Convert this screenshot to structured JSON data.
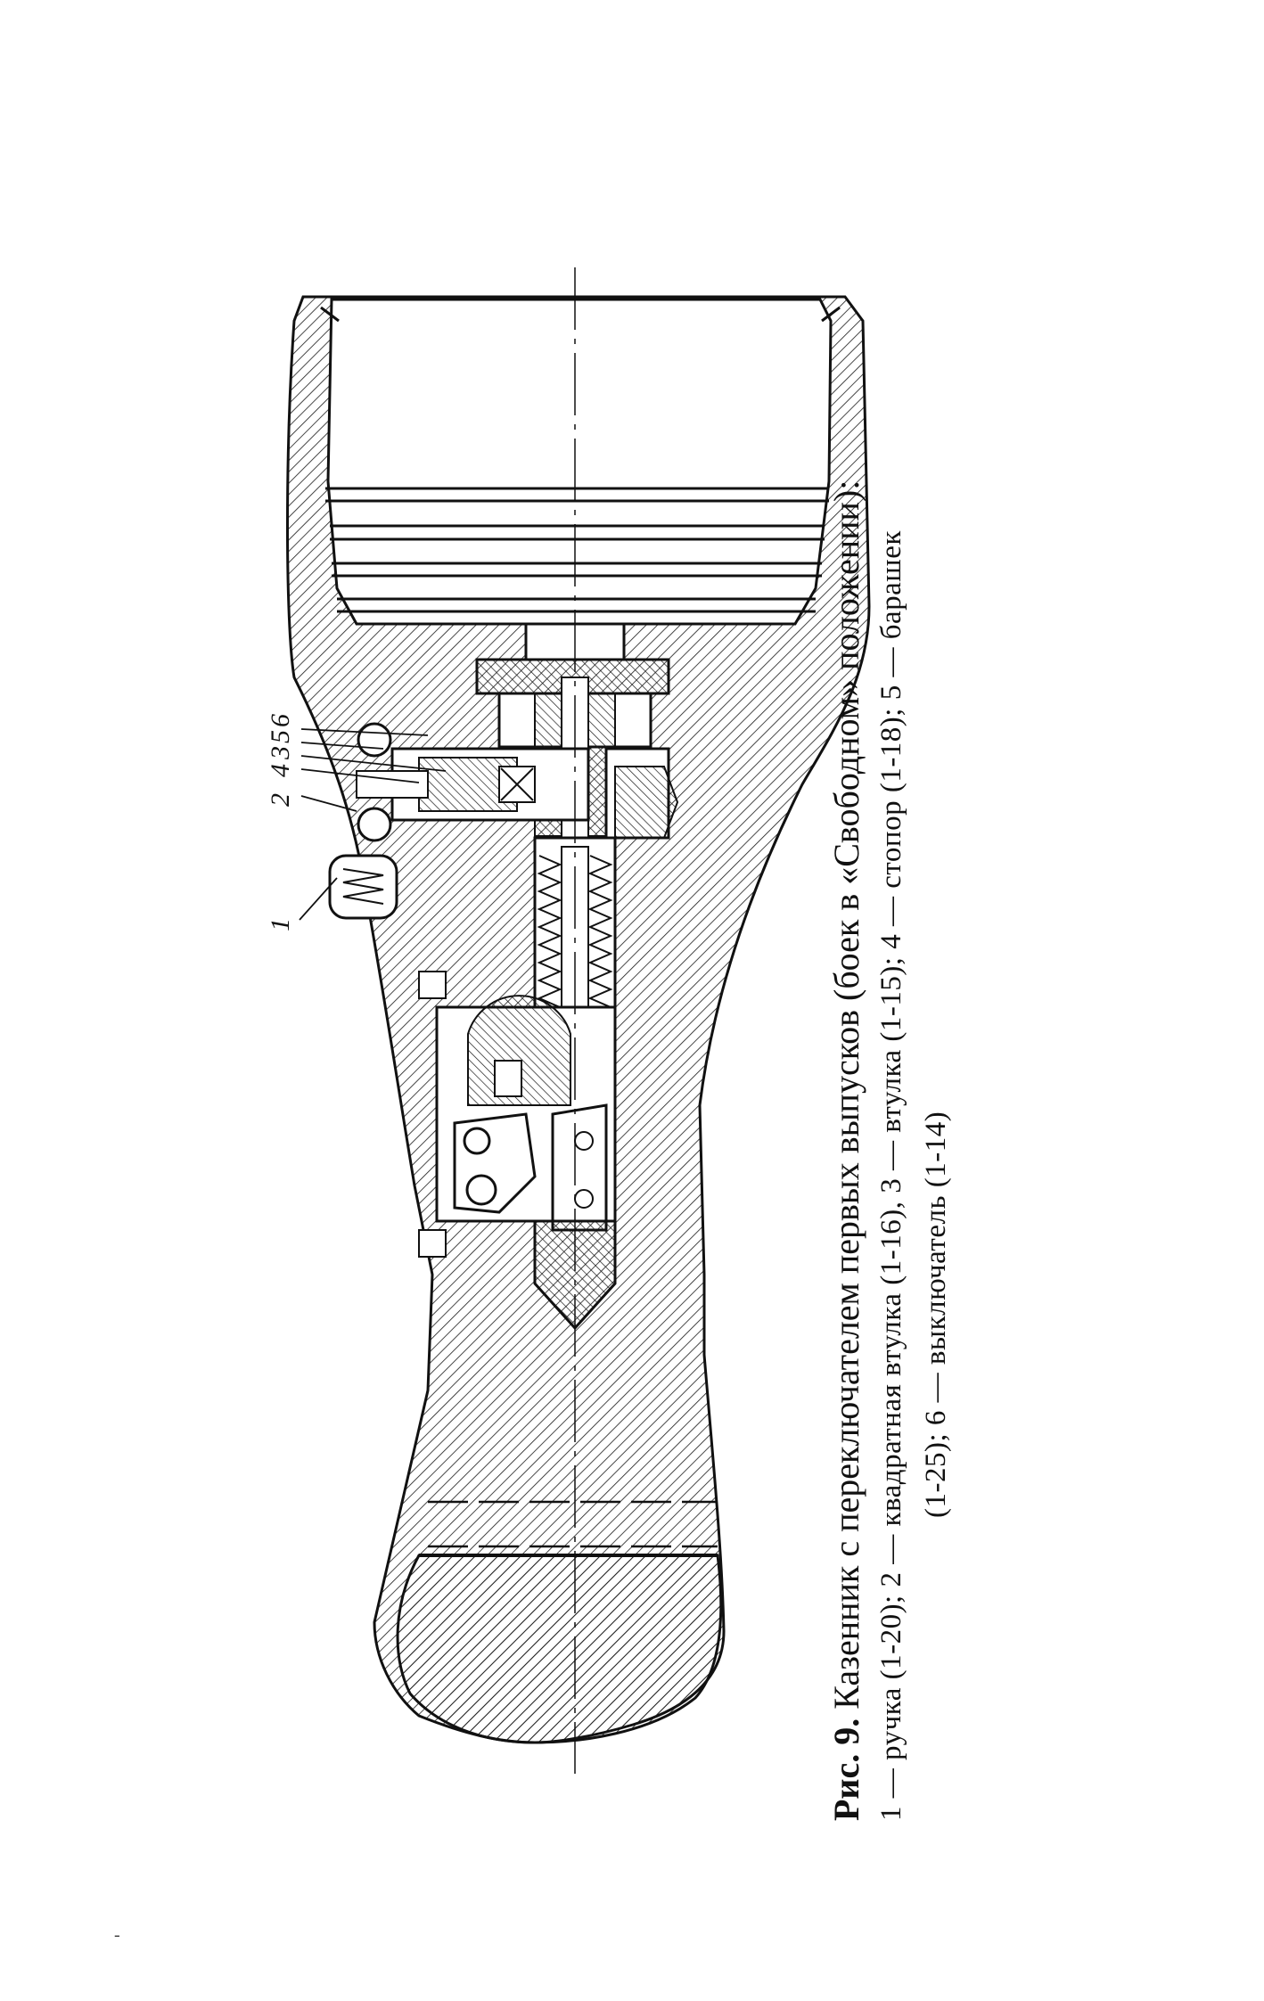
{
  "figure": {
    "callouts": [
      "1",
      "2",
      "4",
      "3",
      "5",
      "6"
    ],
    "hatch_color": "#1a1a1a"
  },
  "caption": {
    "title_prefix": "Рис. 9.",
    "title_text": "Казенник с переключателем первых выпусков (боек в «Свободном» положении):",
    "line1": "1 — ручка (1-20); 2 — квадратная втулка (1-16), 3 — втулка (1-15); 4 — стопор (1-18); 5 — барашек",
    "line2": "(1-25); 6 — выключатель (1-14)"
  },
  "page_mark": "-"
}
